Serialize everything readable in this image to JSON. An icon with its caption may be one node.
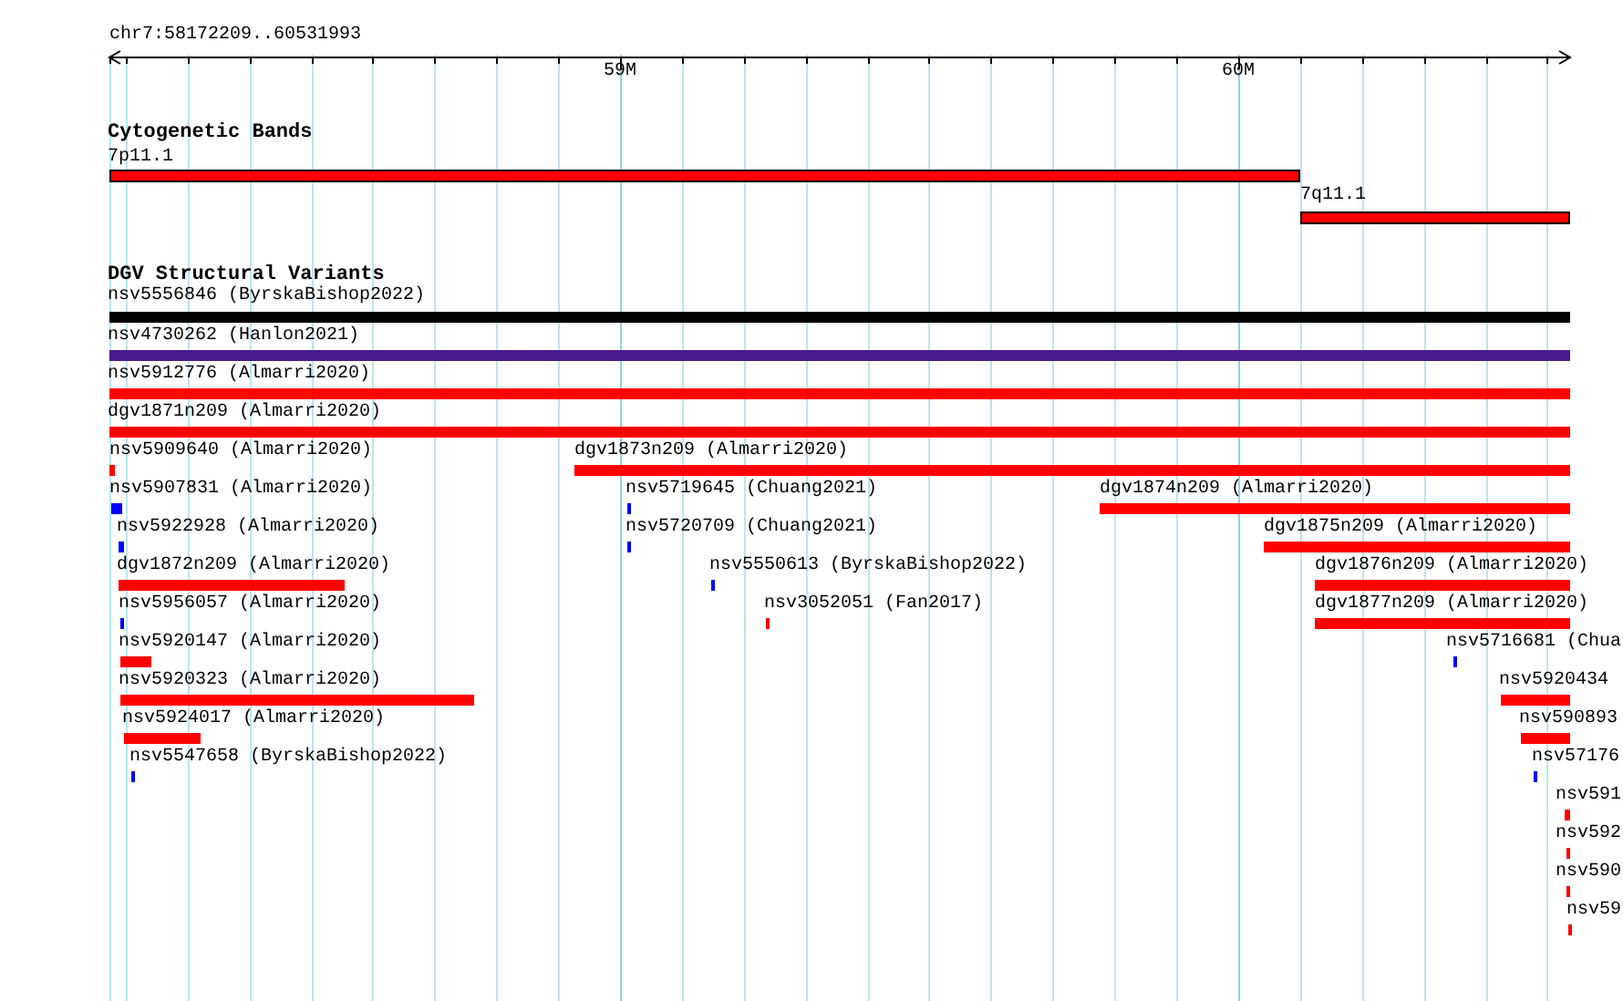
{
  "diagram": {
    "nodes": [
      {
        "text": [
          "7p11.1"
        ]
      },
      {
        "text": [
          "7q11.1"
        ]
      },
      {
        "text": [
          "nsv5556846 (ByrskaBishop2022)"
        ]
      },
      {
        "text": [
          "nsv4730262 (Hanlon2021)"
        ]
      },
      {
        "text": [
          "nsv5912776 (Almarri2020)"
        ]
      },
      {
        "text": [
          "dgv1871n209 (Almarri2020)"
        ]
      },
      {
        "text": [
          "nsv5909640 (Almarri2020)"
        ]
      },
      {
        "text": [
          "dgv1873n209 (Almarri2020)"
        ]
      },
      {
        "text": [
          "nsv5907831 (Almarri2020)"
        ]
      },
      {
        "text": [
          "nsv5719645 (Chuang2021)"
        ]
      },
      {
        "text": [
          "dgv1874n209 (Almarri2020)"
        ]
      },
      {
        "text": [
          "nsv5922928 (Almarri2020)"
        ]
      },
      {
        "text": [
          "nsv5720709 (Chuang2021)"
        ]
      },
      {
        "text": [
          "dgv1875n209 (Almarri2020)"
        ]
      },
      {
        "text": [
          "dgv1872n209 (Almarri2020)"
        ]
      },
      {
        "text": [
          "nsv5550613 (ByrskaBishop2022)"
        ]
      },
      {
        "text": [
          "dgv1876n209 (Almarri2020)"
        ]
      },
      {
        "text": [
          "nsv5956057 (Almarri2020)"
        ]
      },
      {
        "text": [
          "nsv3052051 (Fan2017)"
        ]
      },
      {
        "text": [
          "dgv1877n209 (Almarri2020)"
        ]
      },
      {
        "text": [
          "nsv5920147 (Almarri2020)"
        ]
      },
      {
        "text": [
          "nsv5716681 (Chua"
        ]
      },
      {
        "text": [
          "nsv5920323 (Almarri2020)"
        ]
      },
      {
        "text": [
          "nsv5920434"
        ]
      },
      {
        "text": [
          "nsv5924017 (Almarri2020)"
        ]
      },
      {
        "text": [
          "nsv590893"
        ]
      },
      {
        "text": [
          "nsv5547658 (ByrskaBishop2022)"
        ]
      },
      {
        "text": [
          "nsv57176"
        ]
      },
      {
        "text": [
          "nsv591"
        ]
      },
      {
        "text": [
          "nsv592"
        ]
      },
      {
        "text": [
          "nsv590"
        ]
      },
      {
        "text": [
          "nsv59"
        ]
      }
    ],
    "labels": [
      "chr7:58172209..60531993",
      "59M",
      "60M",
      "Cytogenetic Bands",
      "DGV Structural Variants"
    ]
  }
}
